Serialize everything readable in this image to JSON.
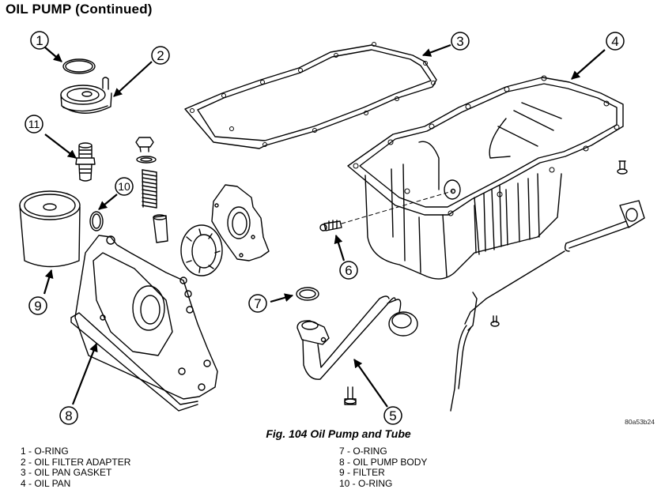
{
  "header": {
    "title": "OIL PUMP  (Continued)"
  },
  "figure": {
    "caption": "Fig. 104 Oil Pump and Tube",
    "figure_id": "80a53b24",
    "callouts": [
      "1",
      "2",
      "3",
      "4",
      "5",
      "6",
      "7",
      "8",
      "9",
      "10",
      "11"
    ]
  },
  "legend": {
    "left": [
      "1 - O-RING",
      "2 - OIL FILTER ADAPTER",
      "3 - OIL PAN GASKET",
      "4 - OIL PAN"
    ],
    "right": [
      "7 - O-RING",
      "8 - OIL PUMP BODY",
      "9 - FILTER",
      "10 - O-RING"
    ]
  }
}
